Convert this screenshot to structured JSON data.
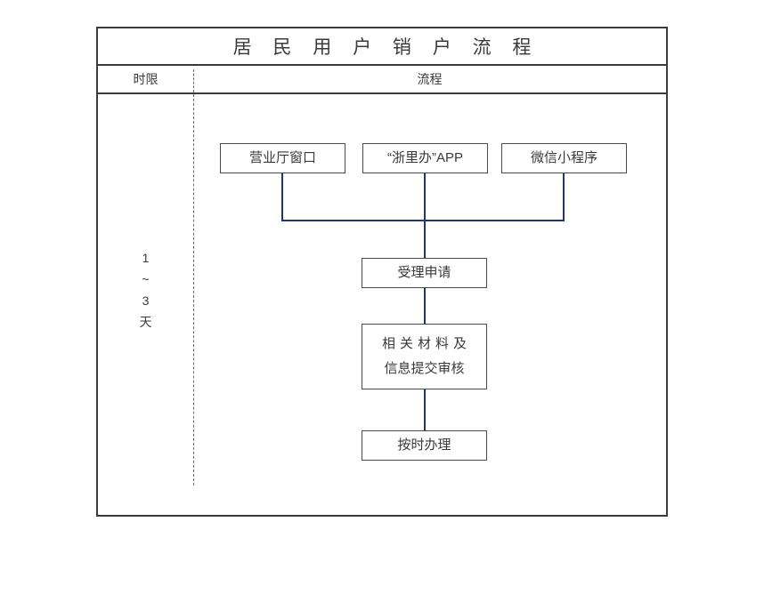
{
  "table": {
    "title": "居 民 用 户 销 户 流 程",
    "headers": {
      "time_limit": "时限",
      "flow": "流程"
    },
    "duration": {
      "lines": [
        "1",
        "~",
        "3",
        "天"
      ]
    }
  },
  "flow": {
    "sources": [
      {
        "label": "营业厅窗口"
      },
      {
        "label": "“浙里办”APP"
      },
      {
        "label": "微信小程序"
      }
    ],
    "steps": [
      {
        "label": "受理申请"
      },
      {
        "line1": "相关材料及",
        "line2": "信息提交审核"
      },
      {
        "label": "按时办理"
      }
    ]
  },
  "colors": {
    "connector": "#1f3864",
    "frame": "#3b3b3b",
    "node_border": "#4a4a4a",
    "text": "#3a3a3a",
    "background": "#ffffff"
  }
}
